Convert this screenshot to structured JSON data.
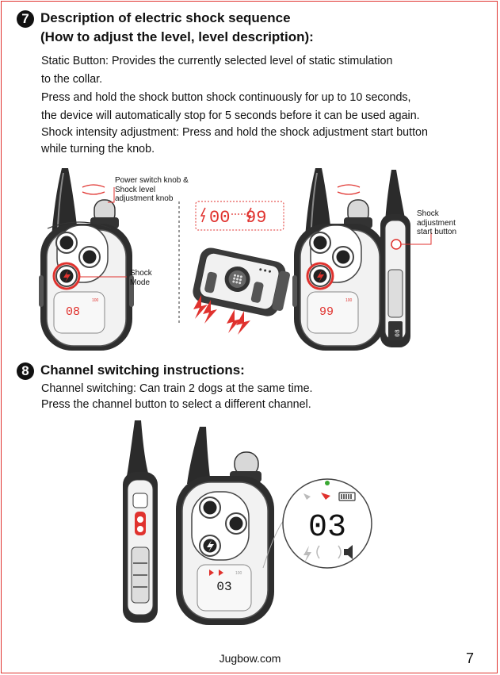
{
  "section7": {
    "number": "7",
    "title_line1": "Description of electric shock sequence",
    "title_line2": "(How to adjust the level, level description):",
    "paragraph_lines": [
      "Static Button: Provides the currently selected level of static stimulation",
      "to the collar.",
      "Press and hold the shock button shock continuously for up to 10 seconds,",
      "the device will automatically stop for 5 seconds before it can be used again.",
      "Shock intensity adjustment: Press and hold the shock adjustment start button",
      "while turning the knob."
    ],
    "callouts": {
      "knob": [
        "Power switch knob &",
        "Shock level",
        "adjustment knob"
      ],
      "shock_mode": [
        "Shock",
        "Mode"
      ],
      "adjust_start": [
        "Shock",
        "adjustment",
        "start button"
      ]
    },
    "display": {
      "left_level": "08",
      "right_level": "99",
      "range_low": "00",
      "range_high": "99",
      "display_top": "100"
    },
    "collar_display_value": "08"
  },
  "section8": {
    "number": "8",
    "title": "Channel switching instructions:",
    "paragraph_lines": [
      "Channel switching: Can train 2 dogs at the same time.",
      "Press the channel button to select a different channel."
    ],
    "remote_level": "03",
    "zoom_level": "03",
    "remote_display_top": "100"
  },
  "footer": {
    "site": "Jugbow.com",
    "page_number": "7"
  },
  "colors": {
    "accent_red": "#e0322e",
    "indicator_green": "#3aa832"
  }
}
